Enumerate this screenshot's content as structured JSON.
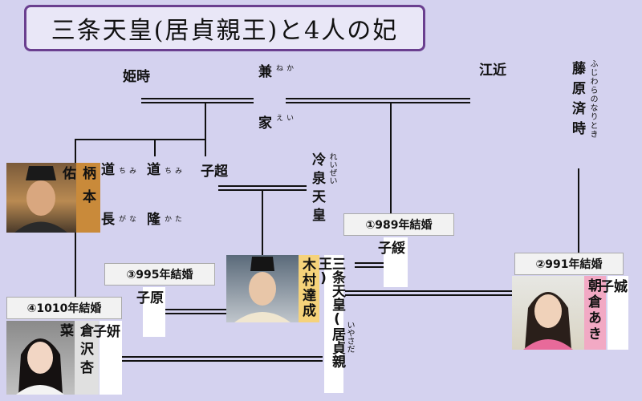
{
  "title": "三条天皇(居貞親王)と4人の妃",
  "people": {
    "tokihime": "時姫",
    "kaneie": {
      "c1": "兼",
      "r1": "かね",
      "c2": "家",
      "r2": "いえ"
    },
    "omi": "近江",
    "fujiwara_naritoki": "藤原済時",
    "fujiwara_naritoki_ruby": "ふじわらのなりとき",
    "michinaga": {
      "c1": "道",
      "r1": "みち",
      "c2": "長",
      "r2": "なが"
    },
    "michitaka": {
      "c1": "道",
      "r1": "みち",
      "c2": "隆",
      "r2": "たか"
    },
    "choshi": "超子",
    "reizei": "冷泉天皇",
    "reizei_ruby": "れいぜい",
    "suishi": "綏子",
    "genshi": "原子",
    "kenshi": "妍子",
    "seishi": "娍子",
    "sanjo": "三条天皇(居貞親王)",
    "sanjo_ruby": "いやさだ"
  },
  "actors": {
    "emoto": "柄本佑",
    "kimura": "木村達成",
    "asakura": "朝倉あき",
    "kurasawa": "倉沢杏菜"
  },
  "marriages": {
    "m1": "①989年結婚",
    "m2": "②991年結婚",
    "m3": "③995年結婚",
    "m4": "④1010年結婚"
  },
  "colors": {
    "background": "#d4d2ef",
    "title_border": "#6a3f8f",
    "actor_emoto": "#c98a3a",
    "actor_kimura": "#f5d27a",
    "actor_asakura": "#f2a9c4",
    "actor_kurasawa": "#e0e0e0"
  }
}
